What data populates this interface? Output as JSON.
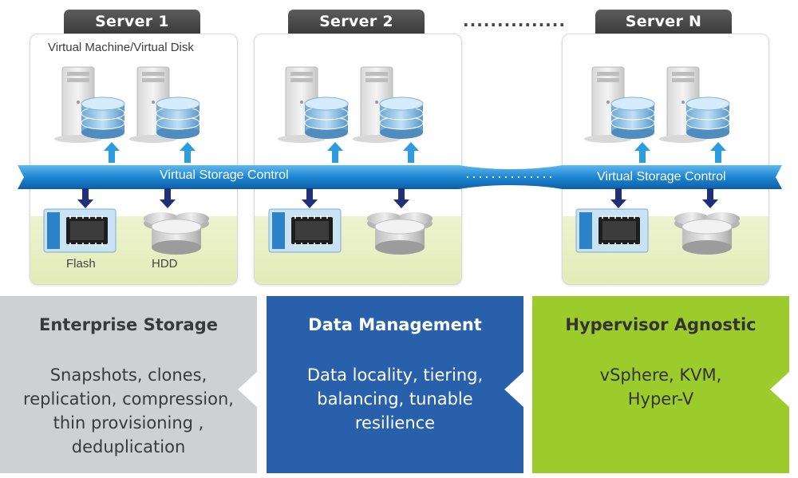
{
  "servers": [
    {
      "name": "Server 1"
    },
    {
      "name": "Server 2"
    },
    {
      "name": "Server N"
    }
  ],
  "ellipsis": "...............",
  "vm_label": "Virtual Machine/Virtual Disk",
  "storage_control_label": "Virtual Storage Control",
  "flash_label": "Flash",
  "hdd_label": "HDD",
  "panels": [
    {
      "title": "Enterprise Storage",
      "body": "Snapshots, clones,\nreplication, compression,\nthin provisioning ,\ndeduplication",
      "bg": "#cfd0d2",
      "color": "#3a3a3a"
    },
    {
      "title": "Data Management",
      "body": "Data locality, tiering,\nbalancing, tunable\nresilience",
      "bg": "#2860ab",
      "color": "#ffffff"
    },
    {
      "title": "Hypervisor Agnostic",
      "body": "vSphere, KVM,\nHyper-V",
      "bg": "#9ccb2c",
      "color": "#333333"
    }
  ],
  "colors": {
    "bus": "#1f8fd6",
    "arrow_up": "#2c9ce0",
    "arrow_down": "#1f2f7a",
    "panel_gray": "#cfd0d2",
    "panel_blue": "#2860ab",
    "panel_green": "#9ccb2c"
  }
}
